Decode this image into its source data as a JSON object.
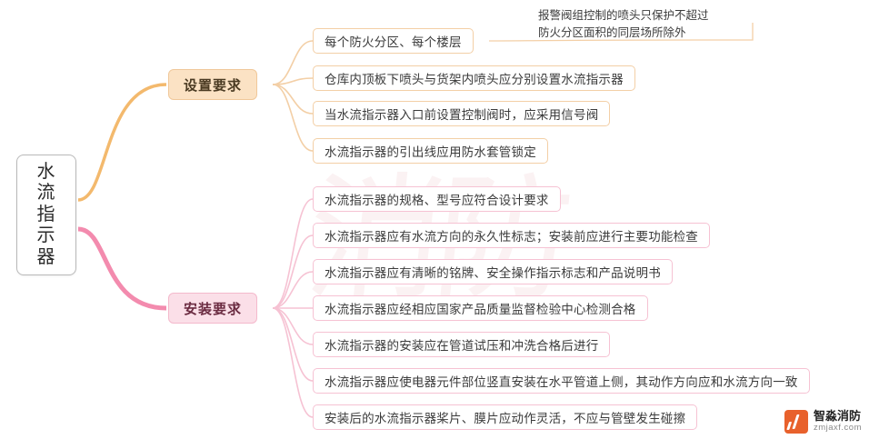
{
  "diagram": {
    "type": "mindmap",
    "root": {
      "label": "水流指示器"
    },
    "branches": [
      {
        "id": "setup",
        "label": "设置要求",
        "color": "#fbe2c4",
        "border": "#f0c89a",
        "leaves": [
          {
            "text": "每个防火分区、每个楼层"
          },
          {
            "text": "仓库内顶板下喷头与货架内喷头应分别设置水流指示器"
          },
          {
            "text": "当水流指示器入口前设置控制阀时，应采用信号阀"
          },
          {
            "text": "水流指示器的引出线应用防水套管锁定"
          }
        ]
      },
      {
        "id": "install",
        "label": "安装要求",
        "color": "#fbdfe8",
        "border": "#f4b9cc",
        "leaves": [
          {
            "text": "水流指示器的规格、型号应符合设计要求"
          },
          {
            "text": "水流指示器应有水流方向的永久性标志；安装前应进行主要功能检查"
          },
          {
            "text": "水流指示器应有清晰的铭牌、安全操作指示标志和产品说明书"
          },
          {
            "text": "水流指示器应经相应国家产品质量监督检验中心检测合格"
          },
          {
            "text": "水流指示器的安装应在管道试压和冲洗合格后进行"
          },
          {
            "text": "水流指示器应使电器元件部位竖直安装在水平管道上侧，其动作方向应和水流方向一致"
          },
          {
            "text": "安装后的水流指示器桨片、膜片应动作灵活，不应与管壁发生碰擦"
          }
        ]
      }
    ],
    "annotation": {
      "text": "报警阀组控制的喷头只保护不超过\n防火分区面积的同层场所除外"
    }
  },
  "watermark": {
    "text": "消防"
  },
  "logo": {
    "title": "智淼消防",
    "subtitle": "zmjaxf.com"
  }
}
